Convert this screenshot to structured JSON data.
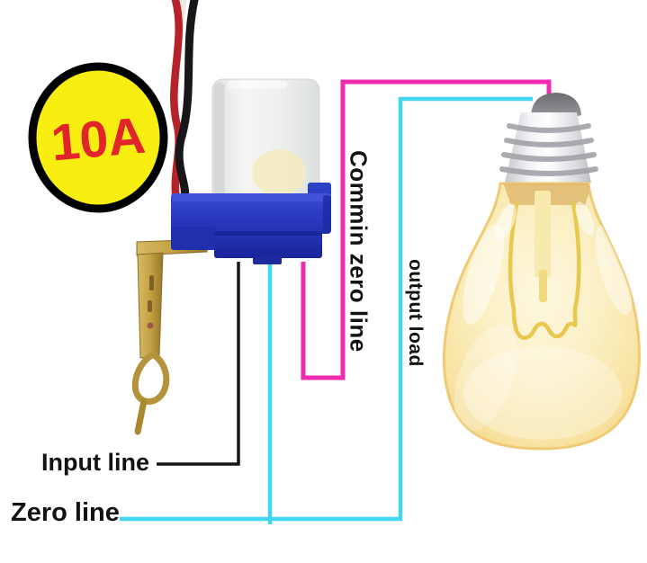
{
  "badge": {
    "label": "10A",
    "bg": "#f8ee12",
    "text_color": "#e2242b",
    "ring_color": "#000000"
  },
  "labels": {
    "commin_zero_line": "Commin zero line",
    "output_load": "output load",
    "input_line": "Input line",
    "zero_line": "Zero line"
  },
  "lines": {
    "pink": "#ef2bb2",
    "cyan": "#43d6f2",
    "black": "#141414"
  },
  "device": {
    "name": "photocell-sensor-switch",
    "base_color": "#2b3cc2",
    "cap_color": "#eff1f0",
    "bracket_color": "#bb9c47",
    "wire_red": "#b6222a",
    "wire_black": "#17171b",
    "wire_white": "#ece9e3"
  },
  "bulb": {
    "name": "light-bulb",
    "glass_color": "#f8e29c",
    "glass_edge_color": "#eecb74",
    "base_color": "#ededf0",
    "ridge_color": "#a2a2aa",
    "tip_color": "#85858a",
    "filament_color": "#e9c84f"
  }
}
